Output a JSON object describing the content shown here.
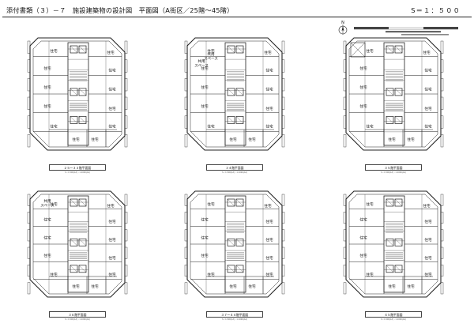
{
  "header": {
    "title": "添付書類（３）－７　施設建築物の設計図　平面図（A街区／25階～45階）",
    "scale": "S＝１：５００"
  },
  "north_mark": {
    "label": "N"
  },
  "unit_label": "住宅",
  "common_label": [
    "共用",
    "スペース"
  ],
  "plans": [
    {
      "caption": "２５～３３階平面図",
      "sub": "S＝1:500(A3)・1:1000(A4)",
      "variant": "typical"
    },
    {
      "caption": "３４階平面図",
      "sub": "S＝1:500(A3)・1:1000(A4)",
      "variant": "common2"
    },
    {
      "caption": "３５階平面図",
      "sub": "S＝1:500(A3)・1:1000(A4)",
      "variant": "void"
    },
    {
      "caption": "３６階平面図",
      "sub": "S＝1:500(A3)・1:1000(A4)",
      "variant": "common1"
    },
    {
      "caption": "３７～４４階平面図",
      "sub": "S＝1:500(A3)・1:1000(A4)",
      "variant": "typical"
    },
    {
      "caption": "４５階平面図",
      "sub": "S＝1:500(A3)・1:1000(A4)",
      "variant": "typical"
    }
  ]
}
